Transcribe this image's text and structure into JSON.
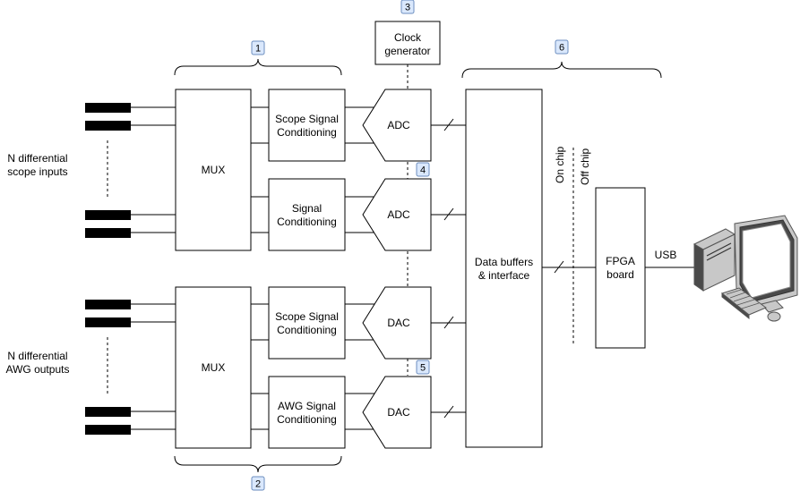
{
  "colors": {
    "badge_fill": "#dae8fc",
    "badge_stroke": "#6c8ebf",
    "connector": "#000000",
    "computer_body": "#c8c8c8",
    "computer_dark": "#4a4a4a"
  },
  "labels": {
    "clock": [
      "Clock",
      "generator"
    ],
    "mux_top": "MUX",
    "mux_bottom": "MUX",
    "scope_cond_top": [
      "Scope Signal",
      "Conditioning"
    ],
    "signal_cond": [
      "Signal",
      "Conditioning"
    ],
    "scope_cond_bottom": [
      "Scope Signal",
      "Conditioning"
    ],
    "awg_cond": [
      "AWG Signal",
      "Conditioning"
    ],
    "adc1": "ADC",
    "adc2": "ADC",
    "dac1": "DAC",
    "dac2": "DAC",
    "buffers": [
      "Data buffers",
      "& interface"
    ],
    "fpga": [
      "FPGA",
      "board"
    ],
    "usb": "USB",
    "on_chip": "On chip",
    "off_chip": "Off chip",
    "scope_inputs": [
      "N differential",
      "scope inputs"
    ],
    "awg_outputs": [
      "N differential",
      "AWG outputs"
    ]
  },
  "badges": [
    "1",
    "2",
    "3",
    "4",
    "5",
    "6"
  ],
  "icons": {
    "computer": "desktop-computer-icon"
  }
}
